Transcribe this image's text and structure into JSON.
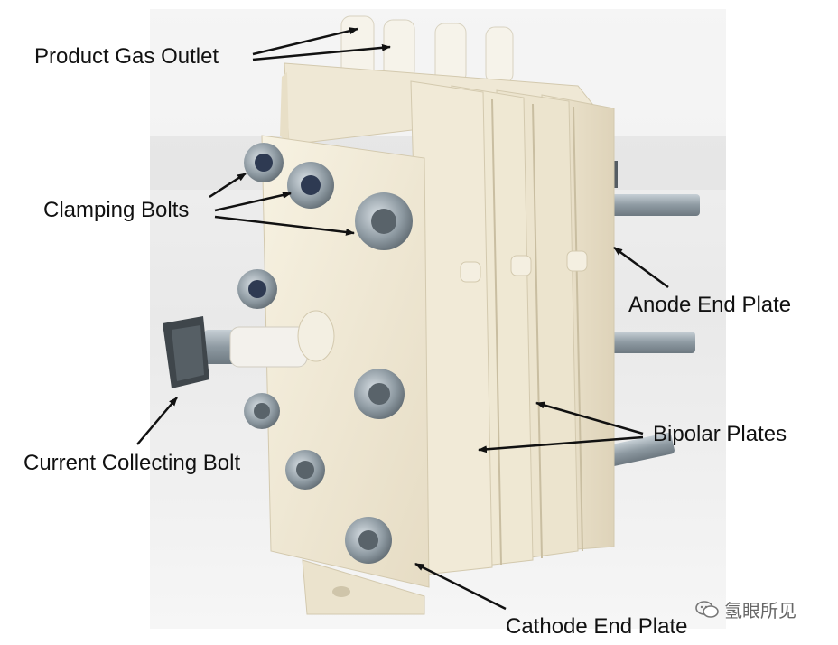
{
  "labels": {
    "product_gas_outlet": "Product Gas Outlet",
    "clamping_bolts": "Clamping Bolts",
    "anode_end_plate": "Anode End Plate",
    "bipolar_plates": "Bipolar Plates",
    "current_collecting_bolt": "Current Collecting Bolt",
    "cathode_end_plate": "Cathode End Plate"
  },
  "watermark": {
    "text": "氢眼所见",
    "icon": "wechat-icon"
  },
  "colors": {
    "photo_background": "#ececec",
    "plastic_plate": "#f1ebd9",
    "metal_bolt": "#9aa6ad",
    "arrow": "#111111",
    "text": "#111111"
  }
}
